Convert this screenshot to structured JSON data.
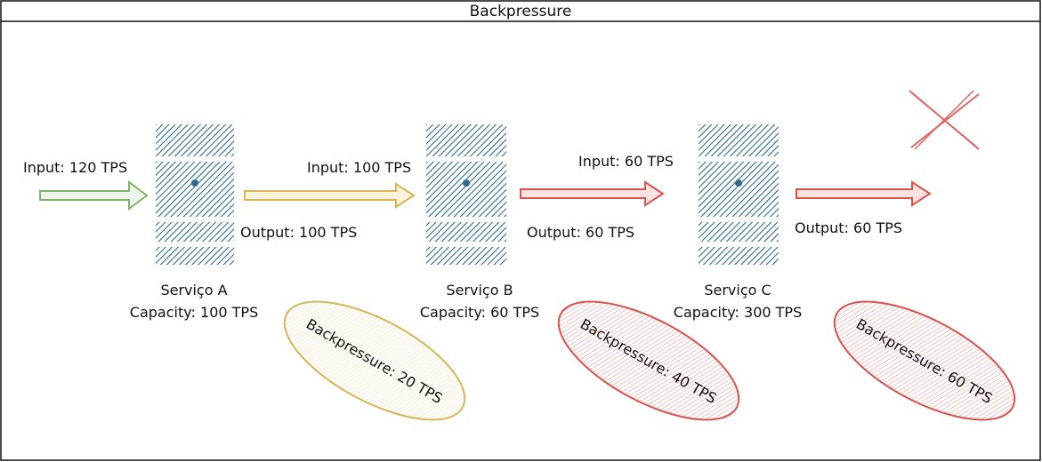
{
  "title": "Backpressure",
  "colors": {
    "green": "#82b366",
    "yellow": "#d6b656",
    "red": "#d9534f",
    "server": "#2f6a8f"
  },
  "input_a": "Input: 120 TPS",
  "input_b": "Input: 100 TPS",
  "input_c": "Input: 60 TPS",
  "output_a": "Output: 100 TPS",
  "output_b": "Output: 60 TPS",
  "output_c": "Output: 60 TPS",
  "services": [
    {
      "name": "Serviço A",
      "capacity": "Capacity: 100 TPS"
    },
    {
      "name": "Serviço B",
      "capacity": "Capacity: 60 TPS"
    },
    {
      "name": "Serviço C",
      "capacity": "Capacity: 300 TPS"
    }
  ],
  "backpressure": [
    {
      "label": "Backpressure: 20 TPS"
    },
    {
      "label": "Backpressure: 40 TPS"
    },
    {
      "label": "Backpressure: 60 TPS"
    }
  ],
  "end_mark_icon": "cross-icon"
}
